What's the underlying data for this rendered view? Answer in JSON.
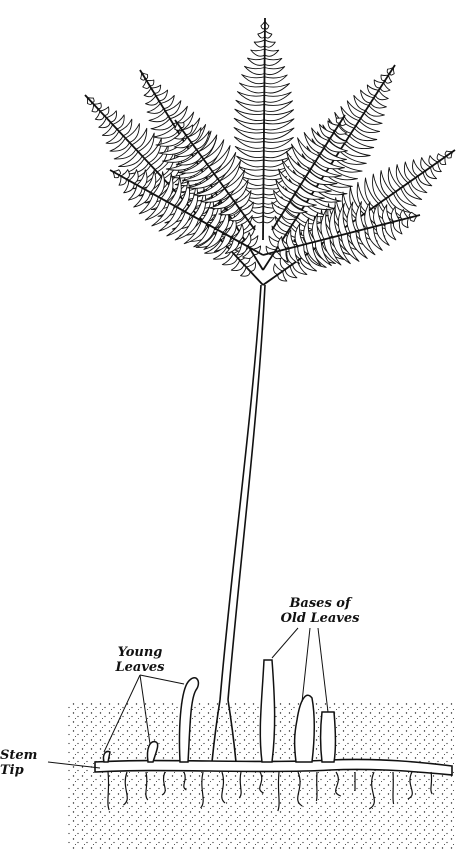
{
  "labels": {
    "bases_line1": "Bases of",
    "bases_line2": "Old Leaves",
    "young_line1": "Young",
    "young_line2": "Leaves",
    "stem_line1": "Stem",
    "stem_line2": "Tip"
  },
  "colors": {
    "ink": "#111111",
    "paper": "#ffffff"
  }
}
